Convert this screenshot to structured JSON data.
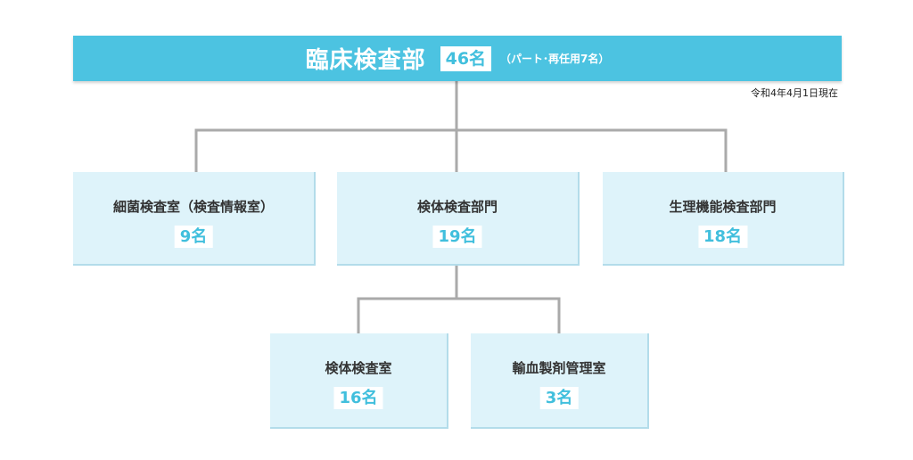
{
  "header": {
    "title": "臨床検査部",
    "count": "46名",
    "note": "（パート･再任用7名）"
  },
  "date_note": "令和4年4月1日現在",
  "departments": [
    {
      "name": "細菌検査室（検査情報室）",
      "count": "9名"
    },
    {
      "name": "検体検査部門",
      "count": "19名"
    },
    {
      "name": "生理機能検査部門",
      "count": "18名"
    }
  ],
  "sub_departments": [
    {
      "name": "検体検査室",
      "count": "16名"
    },
    {
      "name": "輸血製剤管理室",
      "count": "3名"
    }
  ],
  "colors": {
    "header_bg": "#4cc3e1",
    "box_bg": "#def3fa",
    "accent_text": "#41bfdd",
    "connector": "#aaaaaa"
  }
}
